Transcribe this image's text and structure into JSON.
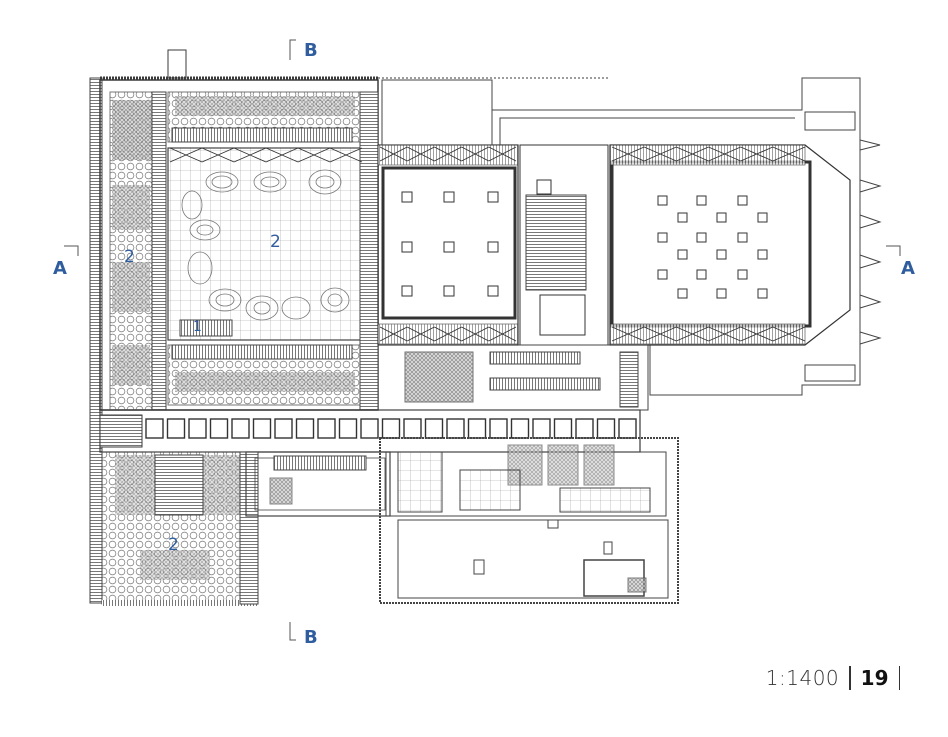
{
  "colors": {
    "accent": "#2f5d9e",
    "line": "#3a3a3a",
    "hatch": "#6a6a6a"
  },
  "section_marks": {
    "a_left": "A",
    "a_right": "A",
    "b_top": "B",
    "b_bottom": "B"
  },
  "room_numbers": {
    "n1": "2",
    "n2": "2",
    "n3": "2",
    "n4": "1"
  },
  "footer": {
    "scale": "1:1400",
    "page": "19"
  }
}
